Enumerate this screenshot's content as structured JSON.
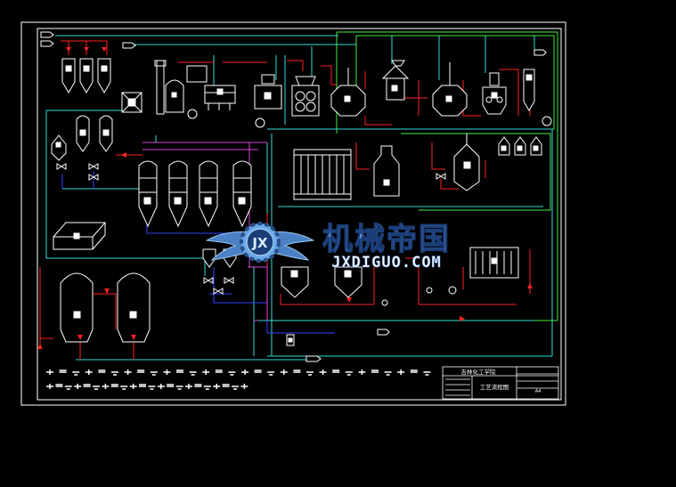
{
  "drawing": {
    "title_block": {
      "company": "吉林化工学院",
      "drawing_title": "工艺流程图",
      "sheet_size": "A4"
    }
  },
  "watermark": {
    "name_cn": "机械帝国",
    "domain": "JXDIGUO.COM",
    "emblem_letters": "JX"
  },
  "colors": {
    "background": "#000000",
    "frame": "#ffffff",
    "pipe_cyan": "#33dddd",
    "pipe_red": "#ff2222",
    "pipe_green": "#44ee44",
    "pipe_blue": "#3344ff",
    "pipe_magenta": "#dd44dd",
    "watermark_blue": "#6aa8e8"
  }
}
